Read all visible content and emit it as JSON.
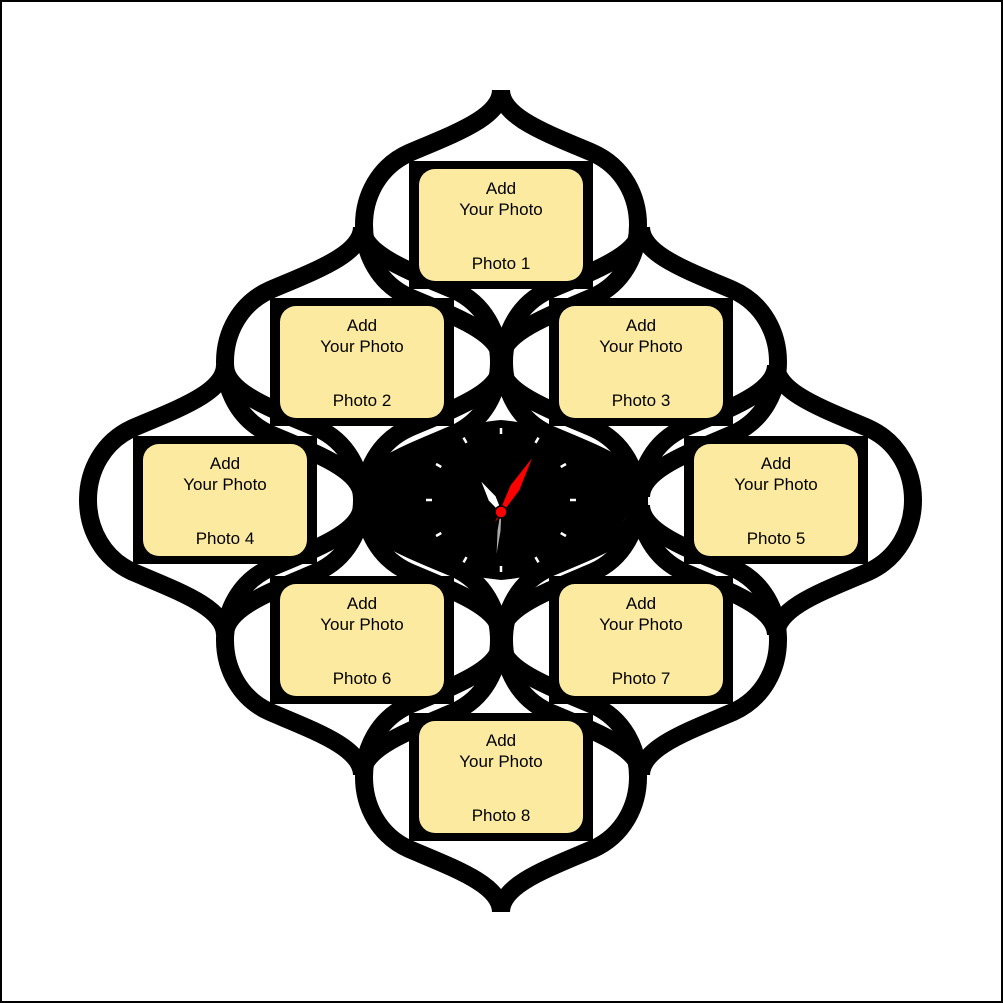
{
  "colors": {
    "frame": "#000000",
    "photo_fill": "#fbeaa0",
    "minute_hand": "#ff0000",
    "hour_hand": "#ffffff",
    "second_hand": "#aaaaaa"
  },
  "photos": [
    {
      "line1": "Add",
      "line2": "Your Photo",
      "label": "Photo 1"
    },
    {
      "line1": "Add",
      "line2": "Your Photo",
      "label": "Photo 2"
    },
    {
      "line1": "Add",
      "line2": "Your Photo",
      "label": "Photo 3"
    },
    {
      "line1": "Add",
      "line2": "Your Photo",
      "label": "Photo 4"
    },
    {
      "line1": "Add",
      "line2": "Your Photo",
      "label": "Photo 5"
    },
    {
      "line1": "Add",
      "line2": "Your Photo",
      "label": "Photo 6"
    },
    {
      "line1": "Add",
      "line2": "Your Photo",
      "label": "Photo 7"
    },
    {
      "line1": "Add",
      "line2": "Your Photo",
      "label": "Photo 8"
    }
  ],
  "clock": {
    "hour": 10.9,
    "minute": 5,
    "second": 31
  }
}
